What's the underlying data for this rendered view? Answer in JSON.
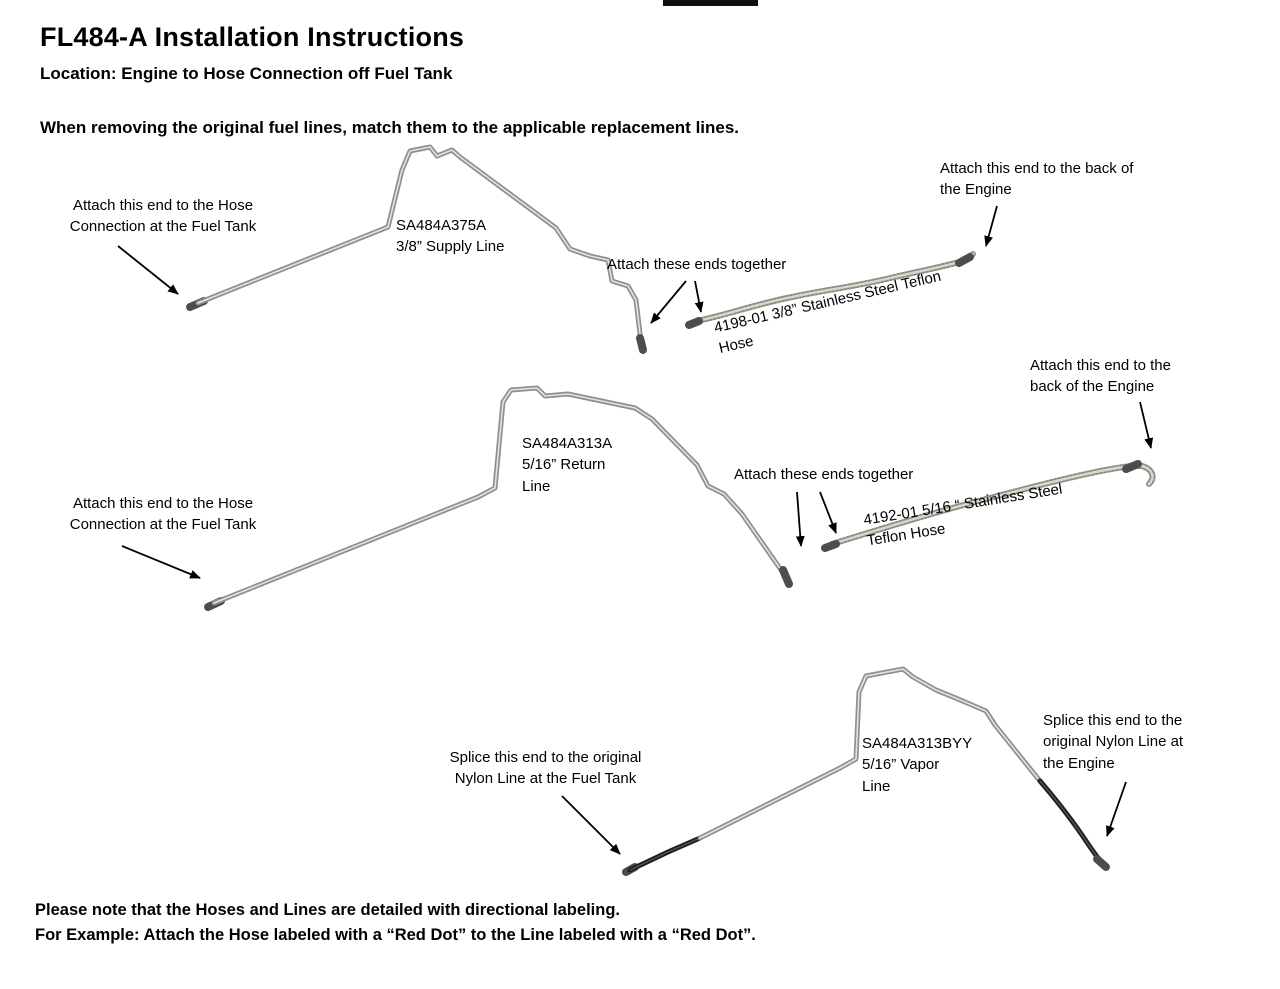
{
  "header": {
    "title": "FL484-A Installation Instructions",
    "location": "Location: Engine to Hose Connection off Fuel Tank",
    "intro": "When removing the original fuel lines, match them to the applicable replacement lines."
  },
  "diagram": {
    "supply": {
      "tank_end": "Attach this end to the Hose\nConnection at the Fuel Tank",
      "part": "SA484A375A\n3/8” Supply Line",
      "ends_together": "Attach these ends together",
      "hose": "4198-01 3/8” Stainless Steel Teflon\nHose",
      "engine_end": "Attach this end to the back of\nthe Engine"
    },
    "return": {
      "tank_end": "Attach this end to the Hose\nConnection at the Fuel Tank",
      "part": "SA484A313A\n5/16” Return\nLine",
      "ends_together": "Attach these ends together",
      "hose": "4192-01  5/16 “ Stainless Steel\nTeflon Hose",
      "engine_end": "Attach this end to the\nback of the Engine"
    },
    "vapor": {
      "tank_end": "Splice this end to the original\nNylon  Line at the Fuel Tank",
      "part": "SA484A313BYY\n5/16” Vapor\nLine",
      "engine_end": "Splice this end to the\noriginal Nylon Line at\nthe Engine"
    }
  },
  "footer": {
    "note1": "Please note that the Hoses and Lines are detailed with directional labeling.",
    "note2": "For Example: Attach the Hose labeled with a “Red Dot” to the Line labeled with a “Red Dot”."
  },
  "colors": {
    "tube_gray": "#8f8f8f",
    "hose_steel": "#95958c",
    "nylon_black": "#202020",
    "arrow_black": "#000000"
  }
}
